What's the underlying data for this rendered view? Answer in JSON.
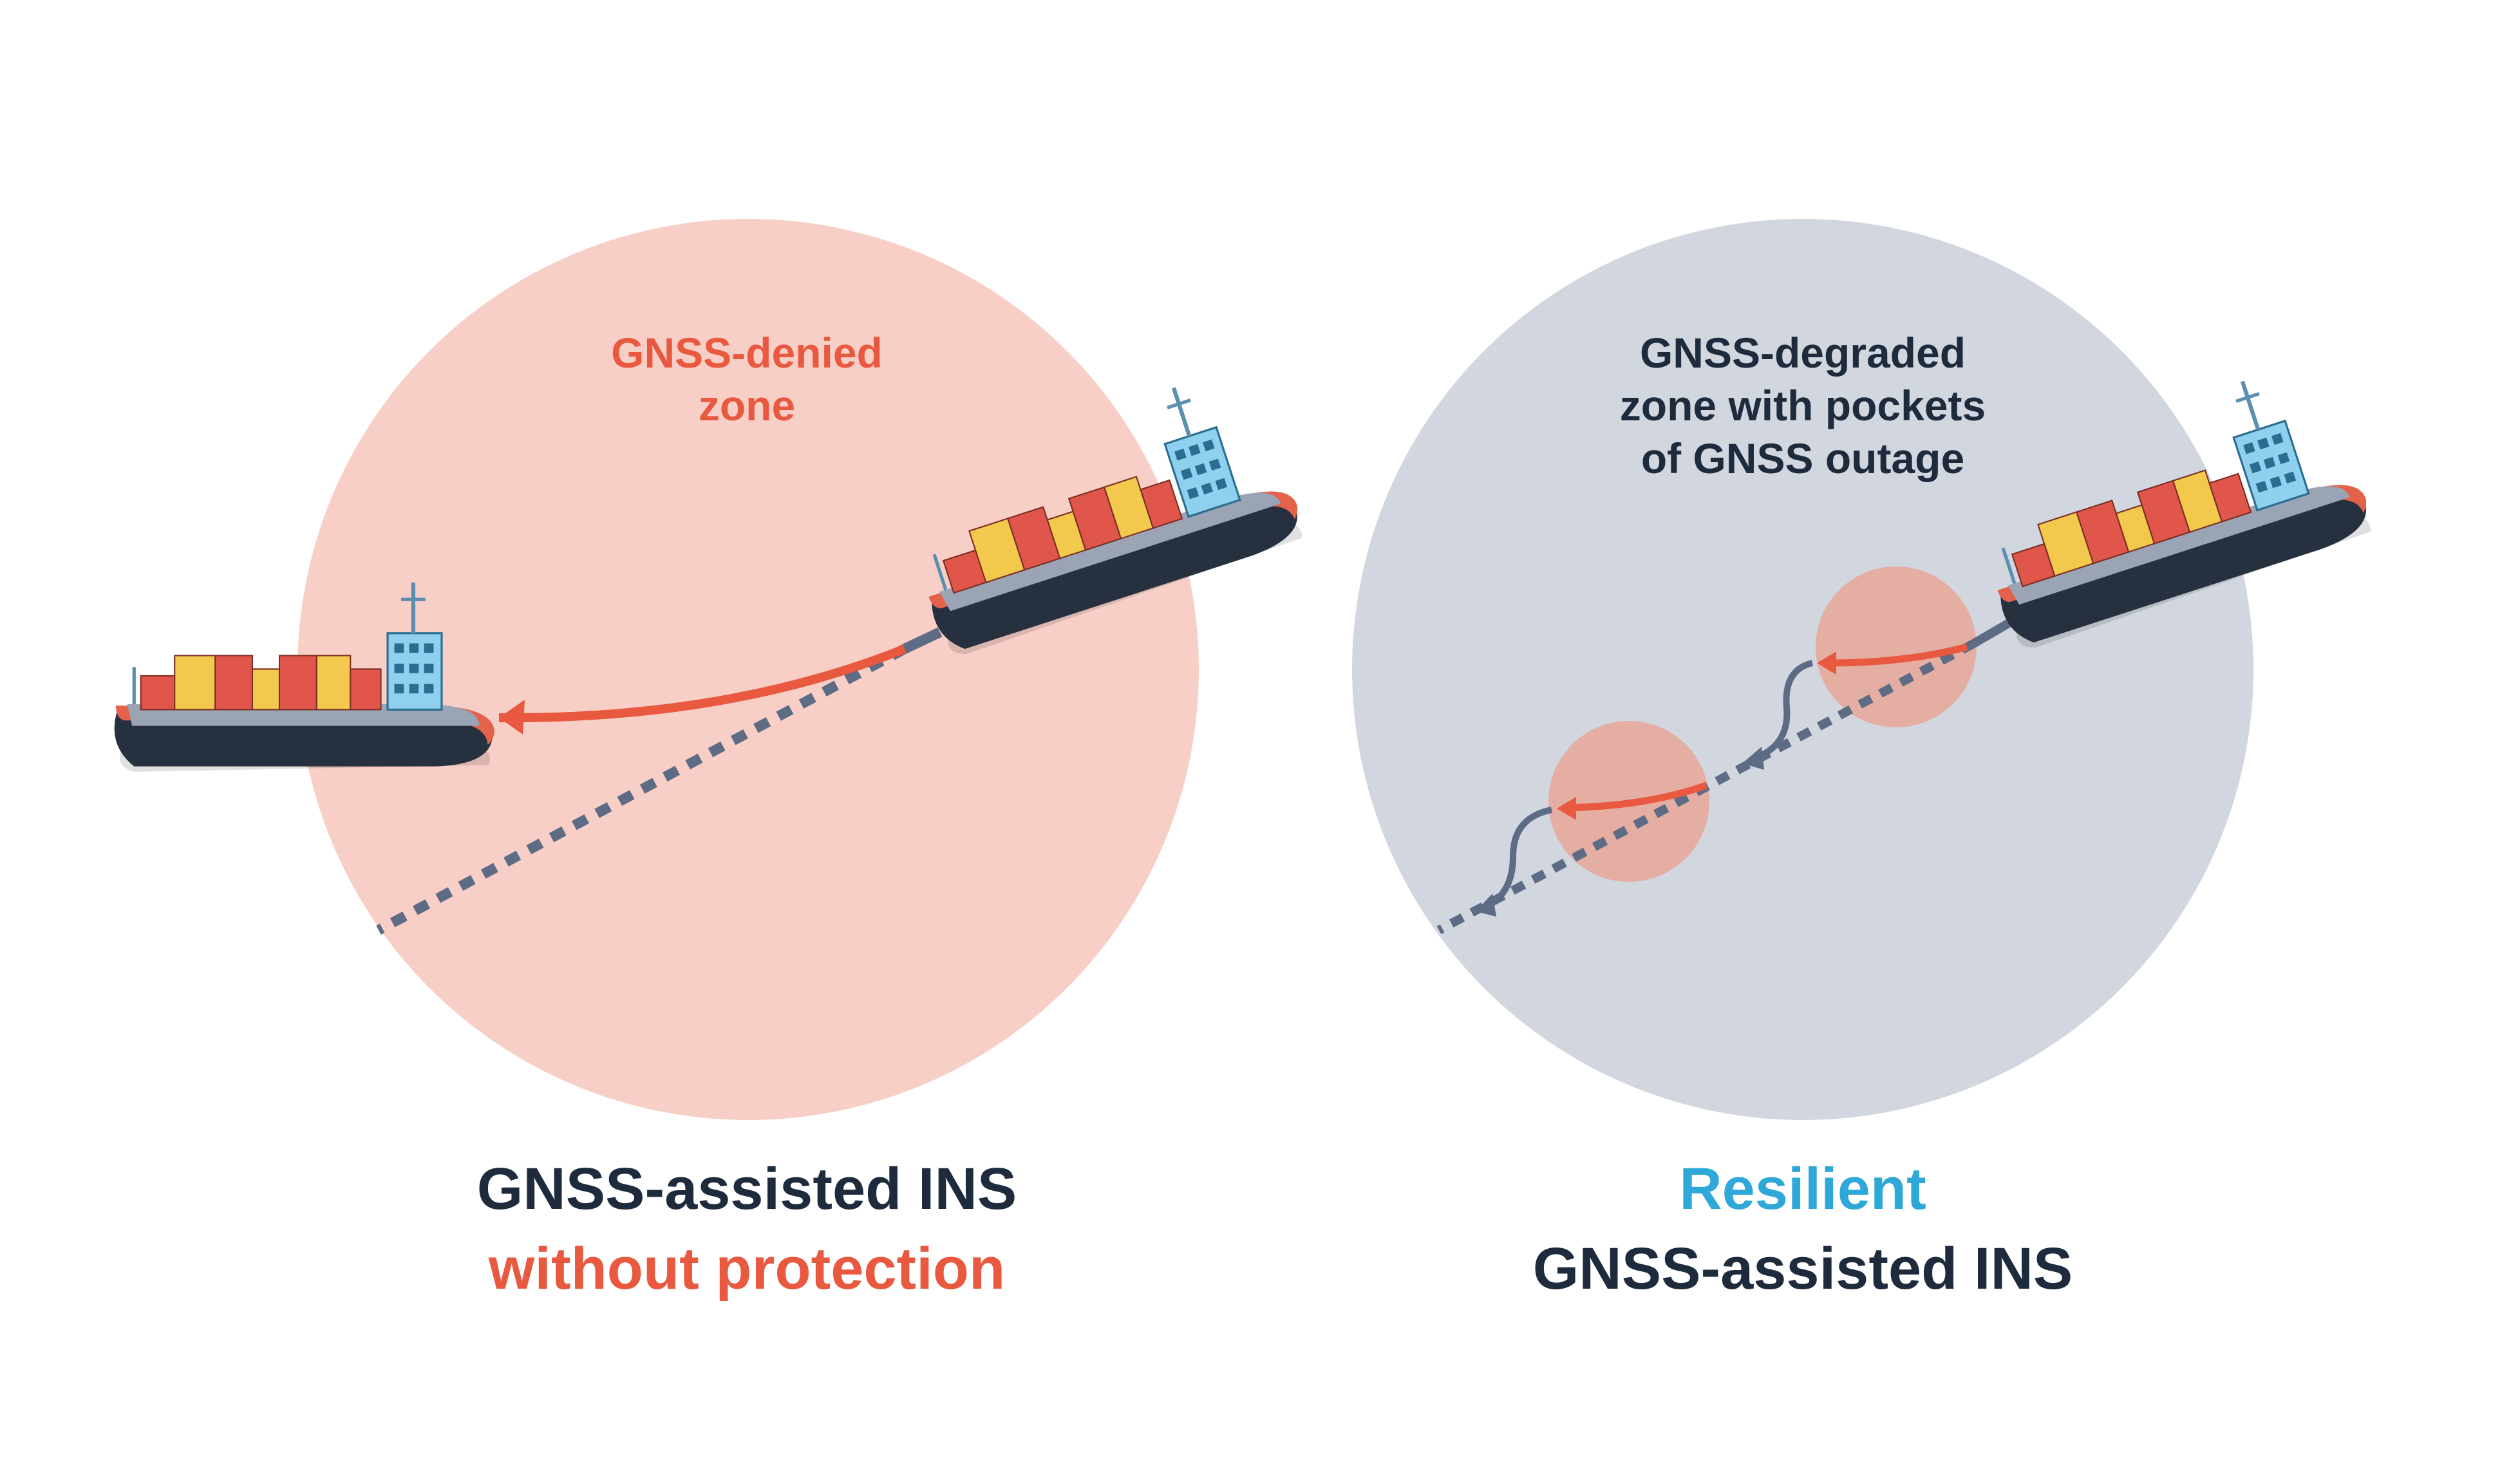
{
  "left_panel": {
    "zone_label_line1": "GNSS-denied",
    "zone_label_line2": "zone",
    "caption_line1": "GNSS-assisted INS",
    "caption_line2": "without protection"
  },
  "right_panel": {
    "zone_label_line1": "GNSS-degraded",
    "zone_label_line2": "zone with pockets",
    "zone_label_line3": "of GNSS outage",
    "caption_line1": "Resilient",
    "caption_line2": "GNSS-assisted INS"
  },
  "colors": {
    "denied_zone": "#f8cfc6",
    "degraded_zone": "#d1d6df",
    "outage_pocket": "#e7aa9c",
    "accent_red": "#e8593f",
    "accent_blue": "#2ea7d9",
    "dark_text": "#1e2b3c",
    "track_gray": "#5d6b85"
  },
  "icons": {
    "vessel": "container-ship-icon",
    "dead_reckoning": "arrow-icon"
  }
}
